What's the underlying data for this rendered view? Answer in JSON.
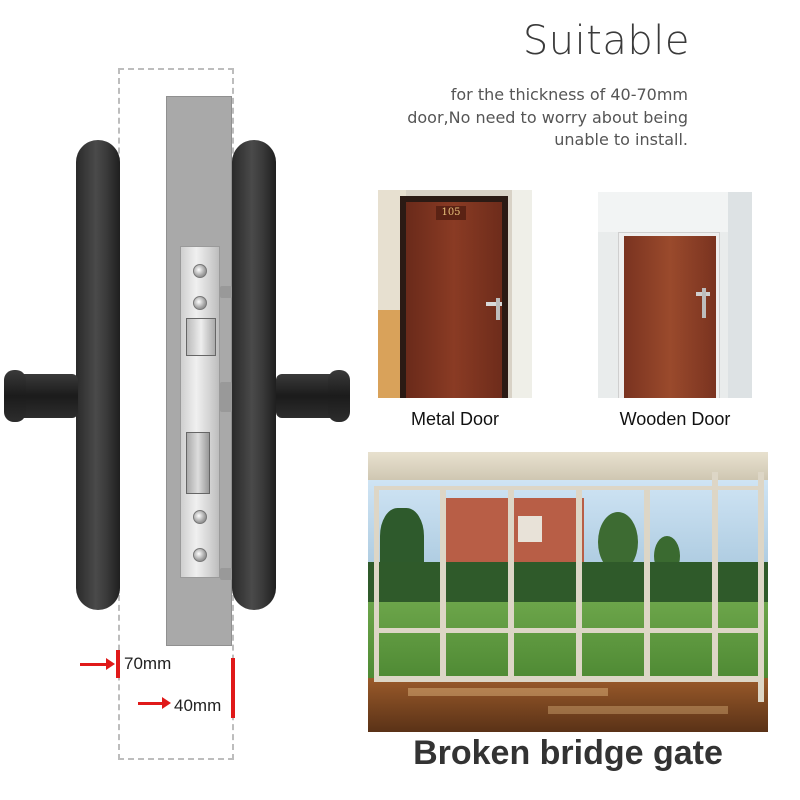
{
  "heading": {
    "title": "Suitable",
    "lines": [
      "for the thickness of 40-70mm",
      "door,No need to worry about being",
      "unable to install."
    ]
  },
  "measurements": {
    "max": "70mm",
    "min": "40mm"
  },
  "doors": [
    {
      "caption": "Metal Door",
      "plate_number": "105"
    },
    {
      "caption": "Wooden Door"
    }
  ],
  "gate": {
    "caption": "Broken bridge gate"
  },
  "colors": {
    "lock_body": "#2d2d2d",
    "door_slab": "#a9a9a9",
    "accent_red": "#e01919",
    "door_wood": "#7a3320"
  }
}
